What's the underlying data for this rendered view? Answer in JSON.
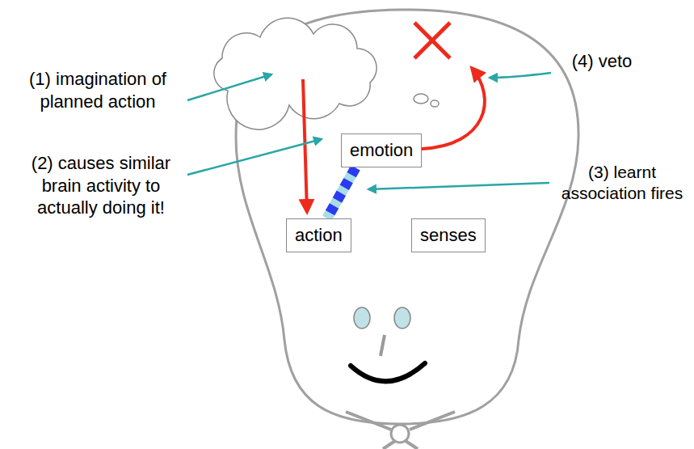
{
  "diagram": {
    "nodes": [
      {
        "text": [
          "emotion"
        ]
      },
      {
        "text": [
          "action"
        ]
      },
      {
        "text": [
          "senses"
        ]
      }
    ],
    "edges": [
      {
        "from": 0,
        "to": 1,
        "arrow": "none"
      }
    ],
    "labels": [
      "(1) imagination of planned action",
      "(2) causes similar brain activity to actually doing it!",
      "(3) learnt association fires",
      "(4) veto"
    ]
  }
}
